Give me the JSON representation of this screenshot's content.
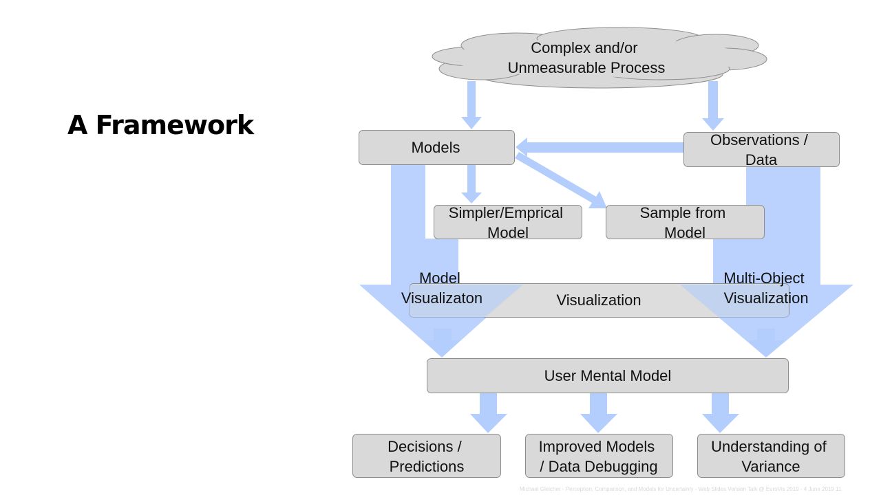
{
  "title": "A Framework",
  "nodes": {
    "process": [
      "Complex and/or",
      "Unmeasurable Process"
    ],
    "models": [
      "Models"
    ],
    "observations": [
      "Observations /",
      "Data"
    ],
    "simpler": [
      "Simpler/Emprical",
      "Model"
    ],
    "sample": [
      "Sample from",
      "Model"
    ],
    "visualization": [
      "Visualization"
    ],
    "model_vis": [
      "Model",
      "Visualizaton"
    ],
    "multi_vis": [
      "Multi-Object",
      "Visualization"
    ],
    "mental": [
      "User Mental Model"
    ],
    "decisions": [
      "Decisions /",
      "Predictions"
    ],
    "improved": [
      "Improved Models",
      "/ Data Debugging"
    ],
    "variance": [
      "Understanding of",
      "Variance"
    ]
  },
  "footer": "Michael Gleicher - Perception, Comparison, and Models for Uncertainty - Web Slides Version Talk @ EuroVis 2019 - 4 June 2019 11",
  "colors": {
    "arrow": "#b3cdfd",
    "box_fill": "#d9d9d9",
    "box_stroke": "#8c8c8c"
  }
}
